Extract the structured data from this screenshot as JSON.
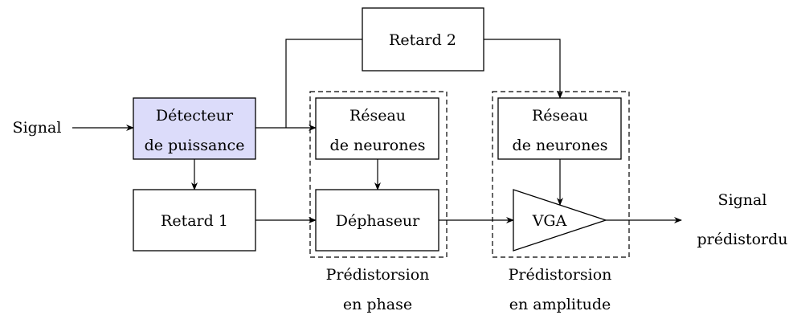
{
  "input": {
    "label": "Signal"
  },
  "output": {
    "line1": "Signal",
    "line2": "prédistordu"
  },
  "blocks": {
    "detecteur": {
      "line1": "Détecteur",
      "line2": "de puissance",
      "fill": "#dcdcfa"
    },
    "retard1": {
      "label": "Retard 1"
    },
    "retard2": {
      "label": "Retard 2"
    },
    "reseau_phase": {
      "line1": "Réseau",
      "line2": "de neurones"
    },
    "dephaseur": {
      "label": "Déphaseur"
    },
    "reseau_amp": {
      "line1": "Réseau",
      "line2": "de neurones"
    },
    "vga": {
      "label": "VGA"
    }
  },
  "groups": {
    "phase": {
      "line1": "Prédistorsion",
      "line2": "en phase"
    },
    "amplitude": {
      "line1": "Prédistorsion",
      "line2": "en amplitude"
    }
  }
}
